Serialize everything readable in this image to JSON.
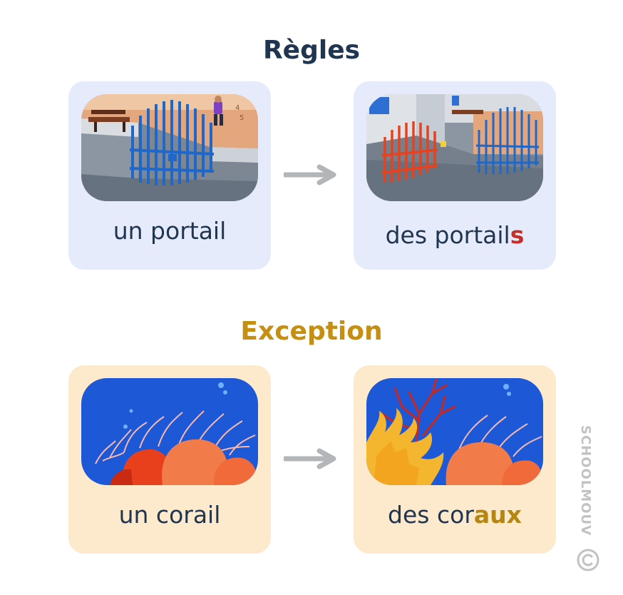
{
  "sections": {
    "rules_title": "Règles",
    "exception_title": "Exception"
  },
  "rule": {
    "singular": "un portail",
    "plural_stem": "des portail",
    "plural_ending": "s"
  },
  "exception": {
    "singular": "un corail",
    "plural_stem": "des cor",
    "plural_ending": "aux"
  },
  "watermark": "SCHOOLMOUV",
  "colors": {
    "rules_title": "#1f3550",
    "exception_title": "#c48f12",
    "rule_card": "#e6ebfc",
    "exception_card": "#fde9cb",
    "plural_s": "#c2302a",
    "plural_aux": "#b58612"
  }
}
